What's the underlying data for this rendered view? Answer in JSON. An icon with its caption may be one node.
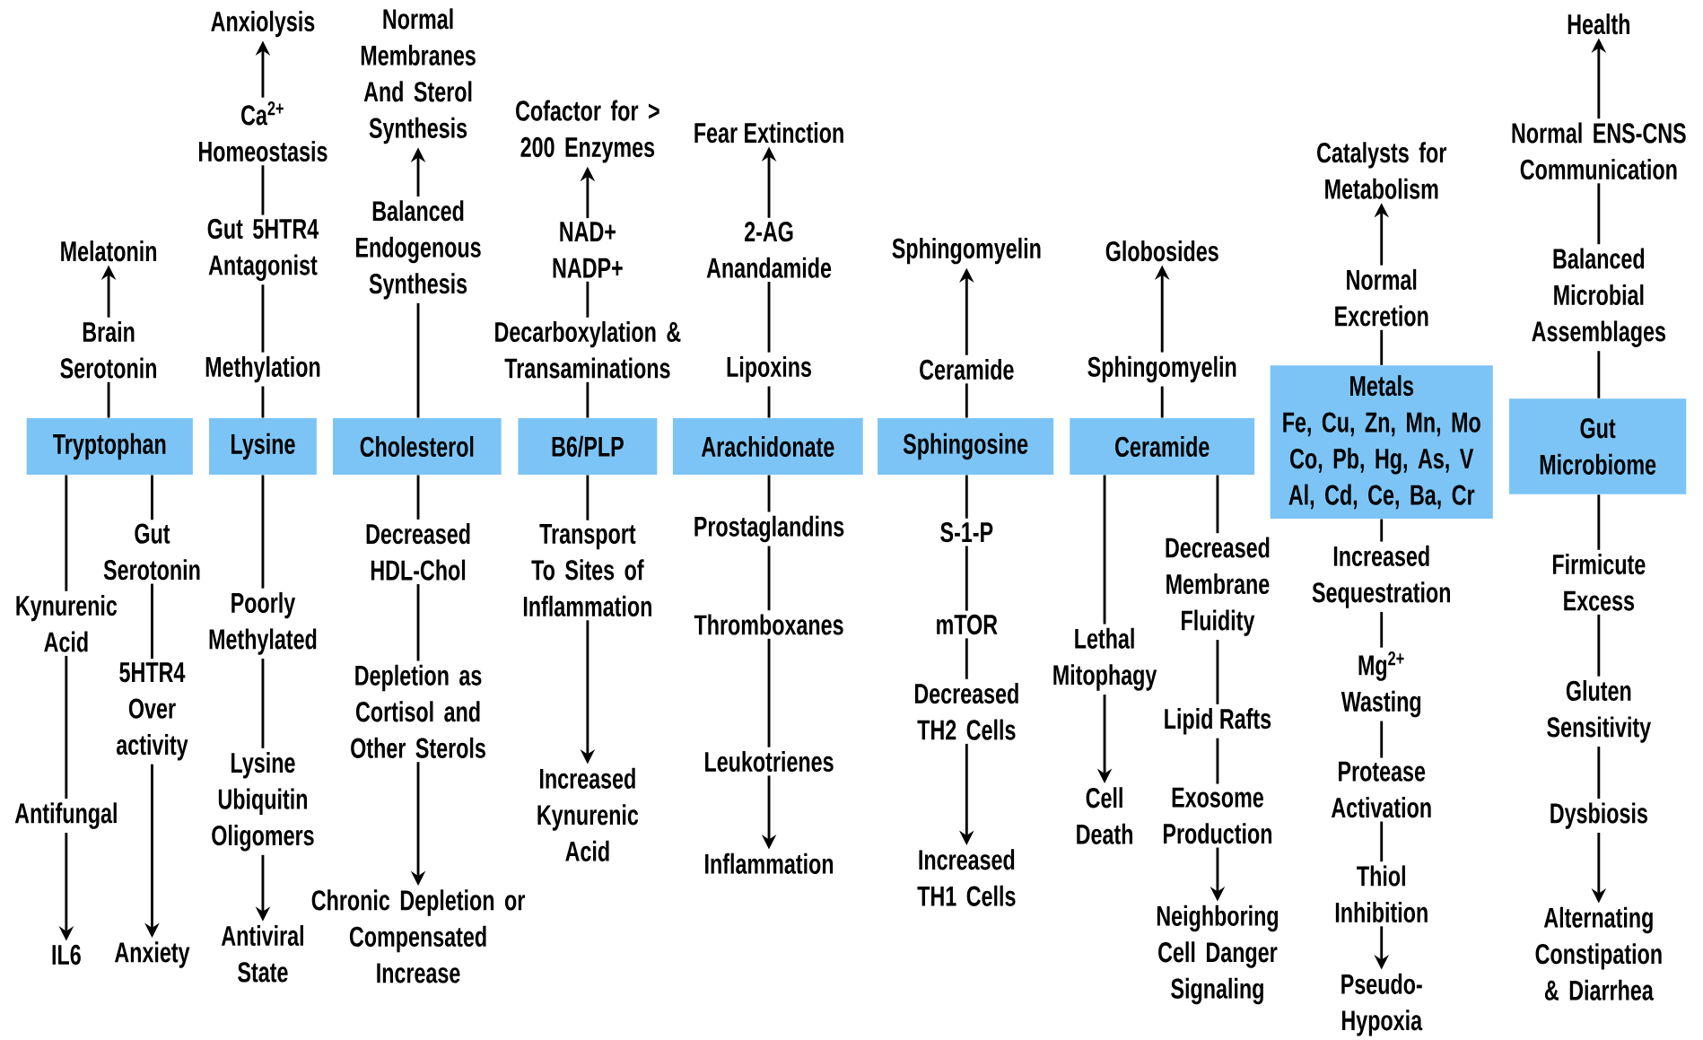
{
  "diagram": {
    "nodes": [
      {
        "text": [
          "Melatonin"
        ]
      },
      {
        "text": [
          "Brain Serotonin"
        ]
      },
      {
        "text": [
          "Tryptophan"
        ]
      },
      {
        "text": [
          "Kynurenic Acid"
        ]
      },
      {
        "text": [
          "Antifungal"
        ]
      },
      {
        "text": [
          "IL6"
        ]
      },
      {
        "text": [
          "Gut Serotonin"
        ]
      },
      {
        "text": [
          "5HTR4 Over activity"
        ]
      },
      {
        "text": [
          "Anxiety"
        ]
      },
      {
        "text": [
          "Anxiolysis"
        ]
      },
      {
        "text": [
          "Ca$^{2+}$ Homeostasis"
        ]
      },
      {
        "text": [
          "Gut 5HTR4 Antagonist"
        ]
      },
      {
        "text": [
          "Methylation"
        ]
      },
      {
        "text": [
          "Lysine"
        ]
      },
      {
        "text": [
          "Poorly Methylated"
        ]
      },
      {
        "text": [
          "Lysine Ubiquitin Oligomers"
        ]
      },
      {
        "text": [
          "Antiviral State"
        ]
      },
      {
        "text": [
          "Normal Membranes And Sterol Synthesis"
        ]
      },
      {
        "text": [
          "Balanced Endogenous Synthesis"
        ]
      },
      {
        "text": [
          "Cholesterol"
        ]
      },
      {
        "text": [
          "Decreased HDL-Chol"
        ]
      },
      {
        "text": [
          "Depletion as Cortisol and Other Sterols"
        ]
      },
      {
        "text": [
          "Chronic Depletion or Compensated Increase"
        ]
      },
      {
        "text": [
          "Cofactor for > 200 Enzymes"
        ]
      },
      {
        "text": [
          "NAD+ NADP+"
        ]
      },
      {
        "text": [
          "Decarboxylation & Transaminations"
        ]
      },
      {
        "text": [
          "B6/PLP"
        ]
      },
      {
        "text": [
          "Transport To Sites of Inflammation"
        ]
      },
      {
        "text": [
          "Increased Kynurenic Acid"
        ]
      },
      {
        "text": [
          "Fear Extinction"
        ]
      },
      {
        "text": [
          "2-AG Anandamide"
        ]
      },
      {
        "text": [
          "Lipoxins"
        ]
      },
      {
        "text": [
          "Arachidonate"
        ]
      },
      {
        "text": [
          "Prostaglandins"
        ]
      },
      {
        "text": [
          "Thromboxanes"
        ]
      },
      {
        "text": [
          "Leukotrienes"
        ]
      },
      {
        "text": [
          "Inflammation"
        ]
      },
      {
        "text": [
          "Sphingomyelin"
        ]
      },
      {
        "text": [
          "Ceramide"
        ]
      },
      {
        "text": [
          "Sphingosine"
        ]
      },
      {
        "text": [
          "S-1-P"
        ]
      },
      {
        "text": [
          "mTOR"
        ]
      },
      {
        "text": [
          "Decreased TH2 Cells"
        ]
      },
      {
        "text": [
          "Increased TH1 Cells"
        ]
      },
      {
        "text": [
          "Globosides"
        ]
      },
      {
        "text": [
          "Sphingomyelin"
        ]
      },
      {
        "text": [
          "Ceramide"
        ]
      },
      {
        "text": [
          "Lethal Mitophagy"
        ]
      },
      {
        "text": [
          "Cell Death"
        ]
      },
      {
        "text": [
          "Decreased Membrane Fluidity"
        ]
      },
      {
        "text": [
          "Lipid Rafts"
        ]
      },
      {
        "text": [
          "Exosome Production"
        ]
      },
      {
        "text": [
          "Neighboring Cell Danger Signaling"
        ]
      },
      {
        "text": [
          "Catalysts for Metabolism"
        ]
      },
      {
        "text": [
          "Normal Excretion"
        ]
      },
      {
        "text": [
          "Metals",
          "Fe, Cu, Zn, Mn, Mo Co, Pb, Hg, As, V Al, Cd, Ce, Ba, Cr"
        ]
      },
      {
        "text": [
          "Increased Sequestration"
        ]
      },
      {
        "text": [
          "Mg$^{2+}$ Wasting"
        ]
      },
      {
        "text": [
          "Protease Activation"
        ]
      },
      {
        "text": [
          "Thiol Inhibition"
        ]
      },
      {
        "text": [
          "Pseudo-Hypoxia"
        ]
      },
      {
        "text": [
          "Health"
        ]
      },
      {
        "text": [
          "Normal ENS-CNS Communication"
        ]
      },
      {
        "text": [
          "Balanced Microbial Assemblages"
        ]
      },
      {
        "text": [
          "Gut Microbiome"
        ]
      },
      {
        "text": [
          "Firmicute Excess"
        ]
      },
      {
        "text": [
          "Gluten Sensitivity"
        ]
      },
      {
        "text": [
          "Dysbiosis"
        ]
      },
      {
        "text": [
          "Alternating Constipation & Diarrhea"
        ]
      }
    ],
    "edges": [
      {
        "from": 1,
        "to": 0,
        "arrow": "to"
      },
      {
        "from": 2,
        "to": 1,
        "arrow": "none"
      },
      {
        "from": 2,
        "to": 3,
        "arrow": "none"
      },
      {
        "from": 3,
        "to": 4,
        "arrow": "none"
      },
      {
        "from": 4,
        "to": 5,
        "arrow": "to"
      },
      {
        "from": 2,
        "to": 6,
        "arrow": "none"
      },
      {
        "from": 6,
        "to": 7,
        "arrow": "none"
      },
      {
        "from": 7,
        "to": 8,
        "arrow": "to"
      },
      {
        "from": 10,
        "to": 9,
        "arrow": "to"
      },
      {
        "from": 11,
        "to": 10,
        "arrow": "none"
      },
      {
        "from": 12,
        "to": 11,
        "arrow": "none"
      },
      {
        "from": 13,
        "to": 12,
        "arrow": "none"
      },
      {
        "from": 13,
        "to": 14,
        "arrow": "none"
      },
      {
        "from": 14,
        "to": 15,
        "arrow": "none"
      },
      {
        "from": 15,
        "to": 16,
        "arrow": "to"
      },
      {
        "from": 18,
        "to": 17,
        "arrow": "to"
      },
      {
        "from": 19,
        "to": 18,
        "arrow": "none"
      },
      {
        "from": 19,
        "to": 20,
        "arrow": "none"
      },
      {
        "from": 20,
        "to": 21,
        "arrow": "none"
      },
      {
        "from": 21,
        "to": 22,
        "arrow": "to"
      },
      {
        "from": 24,
        "to": 23,
        "arrow": "to"
      },
      {
        "from": 25,
        "to": 24,
        "arrow": "none"
      },
      {
        "from": 26,
        "to": 25,
        "arrow": "none"
      },
      {
        "from": 26,
        "to": 27,
        "arrow": "none"
      },
      {
        "from": 27,
        "to": 28,
        "arrow": "to"
      },
      {
        "from": 30,
        "to": 29,
        "arrow": "to"
      },
      {
        "from": 31,
        "to": 30,
        "arrow": "none"
      },
      {
        "from": 32,
        "to": 31,
        "arrow": "none"
      },
      {
        "from": 32,
        "to": 33,
        "arrow": "none"
      },
      {
        "from": 33,
        "to": 34,
        "arrow": "none"
      },
      {
        "from": 34,
        "to": 35,
        "arrow": "none"
      },
      {
        "from": 35,
        "to": 36,
        "arrow": "to"
      },
      {
        "from": 38,
        "to": 37,
        "arrow": "to"
      },
      {
        "from": 39,
        "to": 38,
        "arrow": "none"
      },
      {
        "from": 39,
        "to": 40,
        "arrow": "none"
      },
      {
        "from": 40,
        "to": 41,
        "arrow": "none"
      },
      {
        "from": 41,
        "to": 42,
        "arrow": "none"
      },
      {
        "from": 42,
        "to": 43,
        "arrow": "to"
      },
      {
        "from": 45,
        "to": 44,
        "arrow": "to"
      },
      {
        "from": 46,
        "to": 45,
        "arrow": "none"
      },
      {
        "from": 46,
        "to": 47,
        "arrow": "none"
      },
      {
        "from": 47,
        "to": 48,
        "arrow": "to"
      },
      {
        "from": 46,
        "to": 49,
        "arrow": "none"
      },
      {
        "from": 49,
        "to": 50,
        "arrow": "none"
      },
      {
        "from": 50,
        "to": 51,
        "arrow": "none"
      },
      {
        "from": 51,
        "to": 52,
        "arrow": "to"
      },
      {
        "from": 54,
        "to": 53,
        "arrow": "to"
      },
      {
        "from": 55,
        "to": 54,
        "arrow": "none"
      },
      {
        "from": 55,
        "to": 56,
        "arrow": "none"
      },
      {
        "from": 56,
        "to": 57,
        "arrow": "none"
      },
      {
        "from": 57,
        "to": 58,
        "arrow": "none"
      },
      {
        "from": 58,
        "to": 59,
        "arrow": "none"
      },
      {
        "from": 59,
        "to": 60,
        "arrow": "to"
      },
      {
        "from": 62,
        "to": 61,
        "arrow": "to"
      },
      {
        "from": 63,
        "to": 62,
        "arrow": "none"
      },
      {
        "from": 64,
        "to": 63,
        "arrow": "none"
      },
      {
        "from": 64,
        "to": 65,
        "arrow": "none"
      },
      {
        "from": 65,
        "to": 66,
        "arrow": "none"
      },
      {
        "from": 66,
        "to": 67,
        "arrow": "none"
      },
      {
        "from": 67,
        "to": 68,
        "arrow": "to"
      }
    ]
  }
}
